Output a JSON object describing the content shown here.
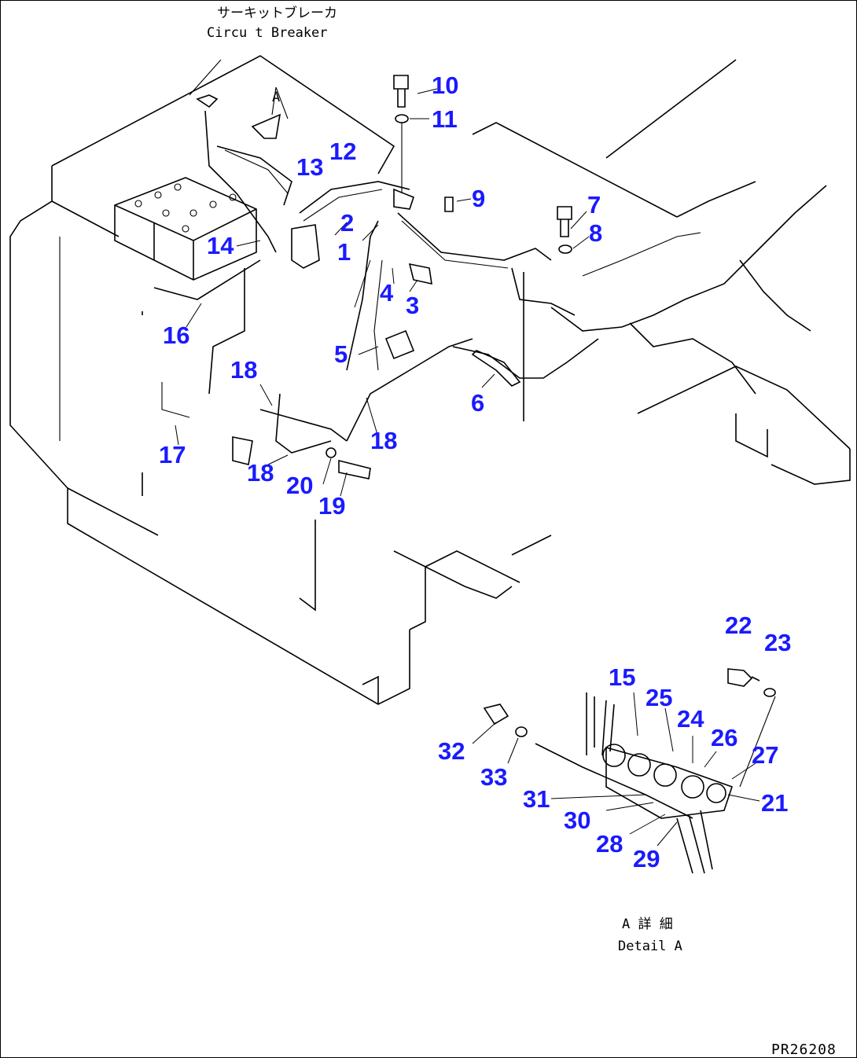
{
  "annotations": {
    "breaker_jp": "サーキットブレーカ",
    "breaker_en": "Circu t Breaker",
    "view_arrow": "A",
    "detail_jp": "A 詳 細",
    "detail_en": "Detail A",
    "drawing_code": "PR26208"
  },
  "part_labels": [
    "1",
    "2",
    "3",
    "4",
    "5",
    "6",
    "7",
    "8",
    "9",
    "10",
    "11",
    "12",
    "13",
    "14",
    "15",
    "16",
    "17",
    "18",
    "19",
    "20",
    "21",
    "22",
    "23",
    "24",
    "25",
    "26",
    "27",
    "28",
    "29",
    "30",
    "31",
    "32",
    "33"
  ],
  "colors": {
    "label": "#1a1aff",
    "line": "#000000",
    "background": "#ffffff"
  }
}
